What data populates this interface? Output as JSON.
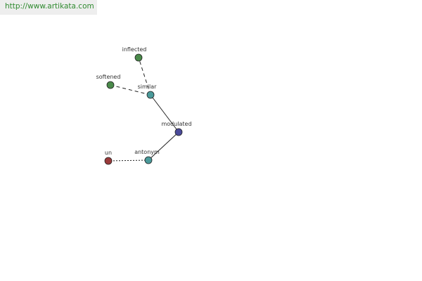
{
  "site": {
    "url_text": "http://www.artikata.com"
  },
  "graph": {
    "center": "modulated",
    "colors": {
      "center": "#4a4a9a",
      "relation": "#4a9a9a",
      "similar_leaf": "#4a8a4a",
      "antonym_leaf": "#9a3a3a",
      "edge": "#222222"
    },
    "nodes": [
      {
        "id": "modulated",
        "label": "modulated",
        "role": "center"
      },
      {
        "id": "similar",
        "label": "similar",
        "role": "relation"
      },
      {
        "id": "antonym",
        "label": "antonym",
        "role": "relation"
      },
      {
        "id": "inflected",
        "label": "inflected",
        "role": "similar_leaf"
      },
      {
        "id": "softened",
        "label": "softened",
        "role": "similar_leaf"
      },
      {
        "id": "un",
        "label": "un",
        "role": "antonym_leaf"
      }
    ],
    "edges": [
      {
        "from": "modulated",
        "to": "similar",
        "style": "solid"
      },
      {
        "from": "modulated",
        "to": "antonym",
        "style": "solid"
      },
      {
        "from": "similar",
        "to": "inflected",
        "style": "dashed"
      },
      {
        "from": "similar",
        "to": "softened",
        "style": "dashed"
      },
      {
        "from": "antonym",
        "to": "un",
        "style": "dotted"
      }
    ]
  }
}
